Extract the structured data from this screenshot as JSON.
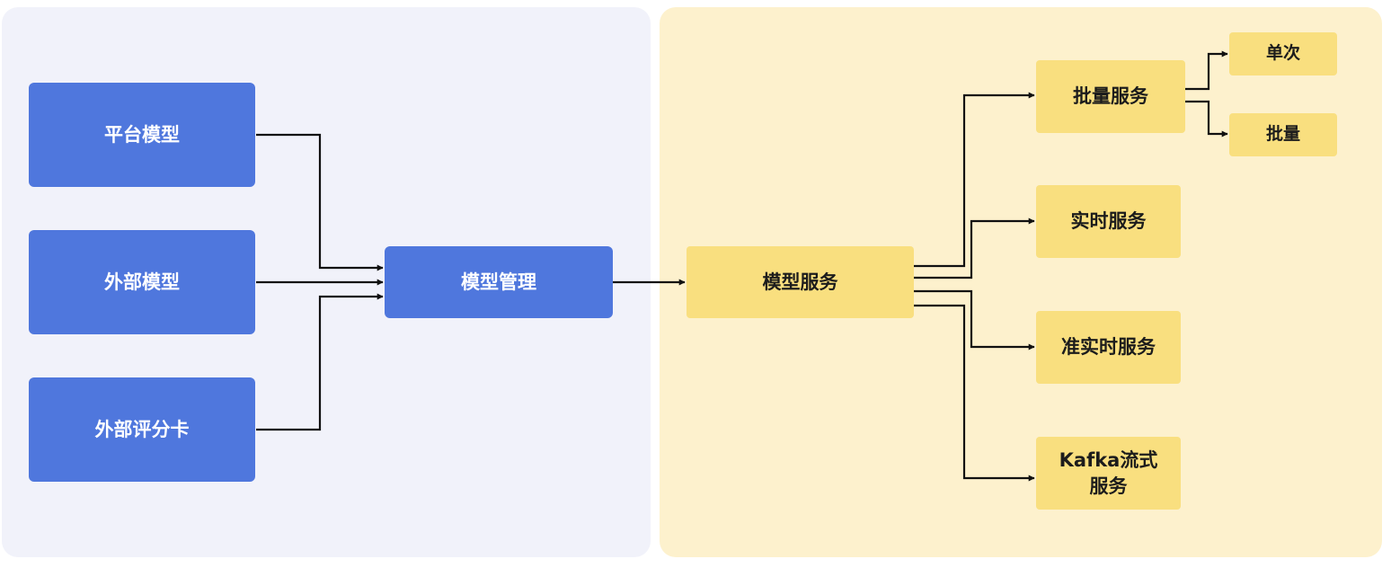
{
  "diagram": {
    "sources": {
      "platform_model": "平台模型",
      "external_model": "外部模型",
      "external_scorecard": "外部评分卡"
    },
    "model_management": "模型管理",
    "model_service": "模型服务",
    "services": {
      "batch": "批量服务",
      "realtime": "实时服务",
      "near_realtime": "准实时服务",
      "kafka_line1": "Kafka流式",
      "kafka_line2": "服务"
    },
    "batch_modes": {
      "single": "单次",
      "bulk": "批量"
    }
  }
}
